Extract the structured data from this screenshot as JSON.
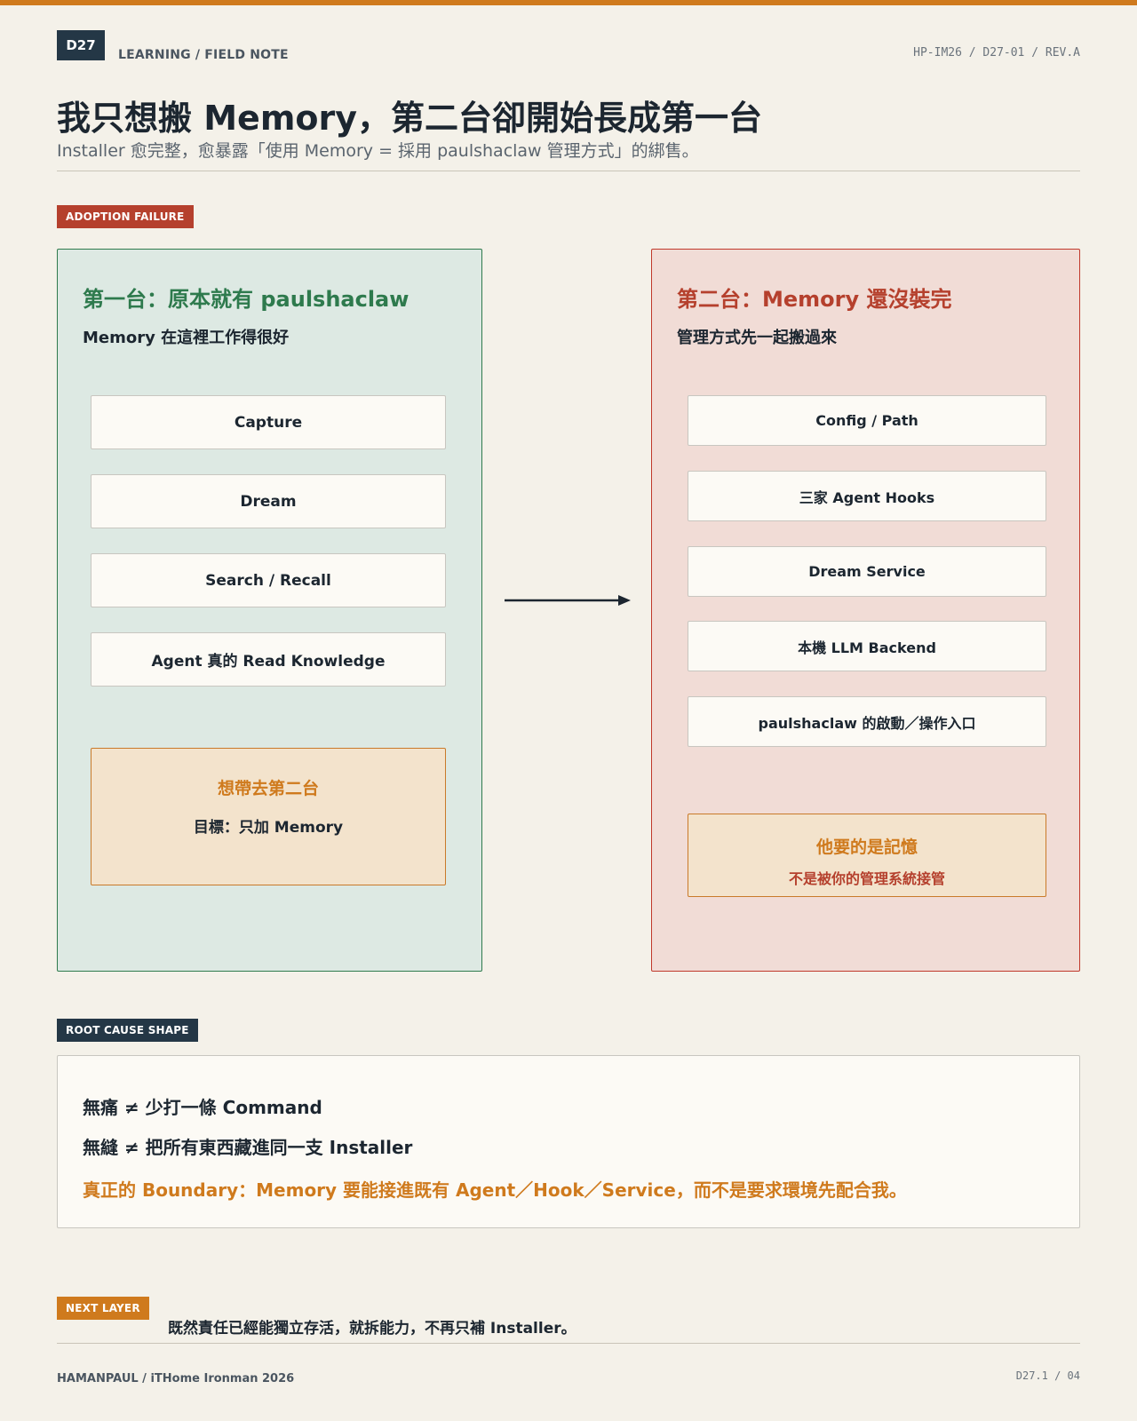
{
  "header": {
    "day_badge": "D27",
    "kicker": "LEARNING / FIELD NOTE",
    "doc_code": "HP-IM26 / D27-01 / REV.A",
    "title": "我只想搬 Memory，第二台卻開始長成第一台",
    "subtitle": "Installer 愈完整，愈暴露「使用 Memory = 採用 paulshaclaw 管理方式」的綁售。"
  },
  "adoption": {
    "tag": "ADOPTION FAILURE",
    "first": {
      "title": "第一台：原本就有 paulshaclaw",
      "subtitle": "Memory 在這裡工作得很好",
      "items": [
        "Capture",
        "Dream",
        "Search / Recall",
        "Agent 真的 Read Knowledge"
      ],
      "callout_title": "想帶去第二台",
      "callout_text": "目標：只加 Memory"
    },
    "second": {
      "title": "第二台：Memory 還沒裝完",
      "subtitle": "管理方式先一起搬過來",
      "items": [
        "Config / Path",
        "三家 Agent Hooks",
        "Dream Service",
        "本機 LLM Backend",
        "paulshaclaw 的啟動／操作入口"
      ],
      "callout_title": "他要的是記憶",
      "callout_text": "不是被你的管理系統接管"
    }
  },
  "root_cause": {
    "tag": "ROOT CAUSE SHAPE",
    "line1": "無痛 ≠ 少打一條 Command",
    "line2": "無縫 ≠ 把所有東西藏進同一支 Installer",
    "line3": "真正的 Boundary：Memory 要能接進既有 Agent／Hook／Service，而不是要求環境先配合我。"
  },
  "next_layer": {
    "tag": "NEXT LAYER",
    "text": "既然責任已經能獨立存活，就拆能力，不再只補 Installer。"
  },
  "footer": {
    "left": "HAMANPAUL / iTHome Ironman 2026",
    "right": "D27.1 / 04"
  },
  "colors": {
    "accent_orange": "#cf7a1d",
    "accent_red": "#b5402d",
    "accent_green": "#2e7a4d",
    "navy": "#243746"
  }
}
